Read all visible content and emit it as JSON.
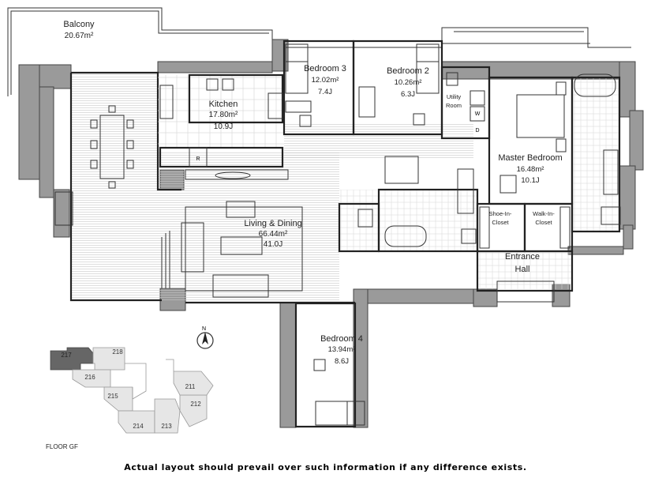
{
  "rooms": {
    "balcony": {
      "name": "Balcony",
      "area": "20.67m²"
    },
    "kitchen": {
      "name": "Kitchen",
      "area": "17.80m²",
      "tsubo": "10.9J"
    },
    "bedroom3": {
      "name": "Bedroom 3",
      "area": "12.02m²",
      "tsubo": "7.4J"
    },
    "bedroom2": {
      "name": "Bedroom 2",
      "area": "10.26m²",
      "tsubo": "6.3J"
    },
    "utility": {
      "line1": "Utility",
      "line2": "Room"
    },
    "master": {
      "name": "Master Bedroom",
      "area": "16.48m²",
      "tsubo": "10.1J"
    },
    "living": {
      "name": "Living & Dining",
      "area": "66.44m²",
      "tsubo": "41.0J"
    },
    "shoe": {
      "line1": "Shoe-In-",
      "line2": "Closet"
    },
    "walkin": {
      "line1": "Walk-In-",
      "line2": "Closet"
    },
    "entrance": {
      "line1": "Entrance",
      "line2": "Hall"
    },
    "bedroom4": {
      "name": "Bedroom 4",
      "area": "13.94m²",
      "tsubo": "8.6J"
    }
  },
  "fixture_labels": {
    "fridge": "R",
    "washer": "W",
    "dryer": "D"
  },
  "compass": {
    "north": "N"
  },
  "key_plan": {
    "units": [
      {
        "label": "217",
        "highlighted": true
      },
      {
        "label": "218",
        "highlighted": false
      },
      {
        "label": "216",
        "highlighted": false
      },
      {
        "label": "215",
        "highlighted": false
      },
      {
        "label": "214",
        "highlighted": false
      },
      {
        "label": "213",
        "highlighted": false
      },
      {
        "label": "212",
        "highlighted": false
      },
      {
        "label": "211",
        "highlighted": false
      }
    ],
    "highlight_color": "#666666"
  },
  "floor_label": "FLOOR GF",
  "disclaimer": "Actual layout should prevail over such information if any difference exists."
}
